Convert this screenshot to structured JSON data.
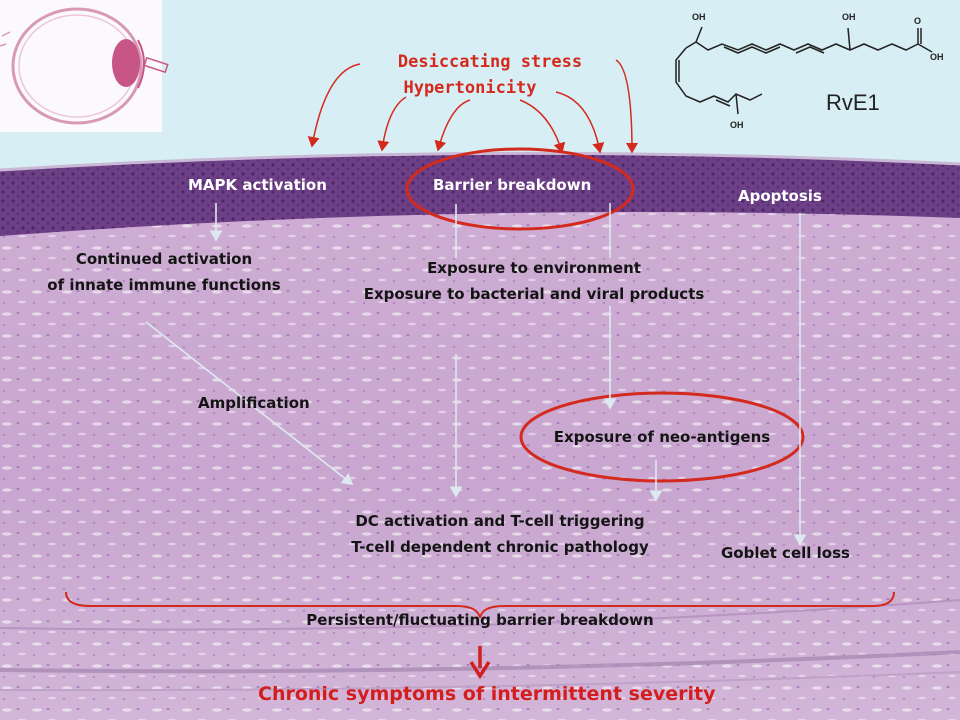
{
  "stress": {
    "line1": "Desiccating stress",
    "line2": "Hypertonicity"
  },
  "molecule": {
    "name": "RvE1",
    "oh_label": "OH",
    "o_label": "O"
  },
  "labels": {
    "mapk": "MAPK activation",
    "barrier": "Barrier breakdown",
    "apoptosis": "Apoptosis",
    "innate_line1": "Continued activation",
    "innate_line2": "of innate immune functions",
    "exposure_env": "Exposure to environment",
    "exposure_bact": "Exposure to bacterial and viral products",
    "amplification": "Amplification",
    "neoantigens": "Exposure of neo-antigens",
    "dc_line1": "DC activation and T-cell triggering",
    "dc_line2": "T-cell dependent chronic pathology",
    "goblet": "Goblet cell loss",
    "persistent": "Persistent/fluctuating barrier breakdown",
    "final": "Chronic symptoms of intermittent severity"
  },
  "colors": {
    "red": "#d42a1e",
    "tissue": "#c9a8cf",
    "epithelium": "#6d3f86",
    "sky": "#d7eef4",
    "arrow": "#cfe0e8"
  }
}
